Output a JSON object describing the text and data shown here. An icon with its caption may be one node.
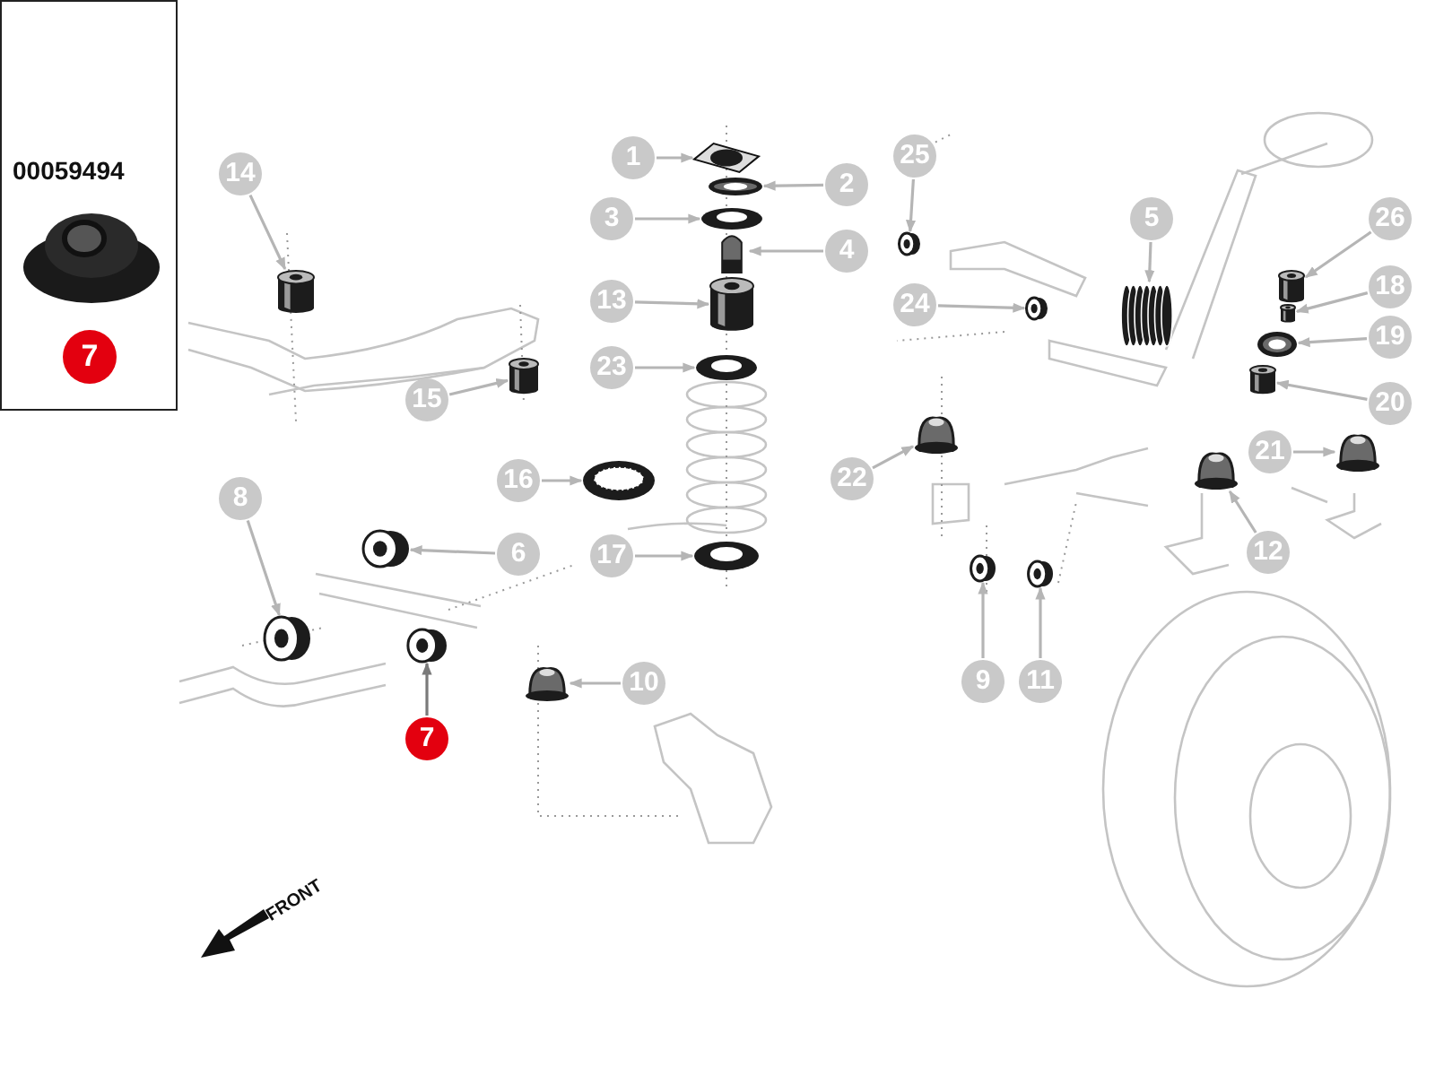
{
  "diagram": {
    "nodes": [
      {
        "text": [
          "1"
        ]
      },
      {
        "text": [],
        "shape": "picture"
      },
      {
        "text": [
          "2"
        ]
      },
      {
        "text": [],
        "shape": "picture"
      },
      {
        "text": [
          "3"
        ]
      },
      {
        "text": [],
        "shape": "picture"
      },
      {
        "text": [
          "4"
        ]
      },
      {
        "text": [],
        "shape": "picture"
      },
      {
        "text": [
          "5"
        ]
      },
      {
        "text": [],
        "shape": "picture"
      },
      {
        "text": [
          "6"
        ]
      },
      {
        "text": [],
        "shape": "picture"
      },
      {
        "text": [
          "7"
        ]
      },
      {
        "text": [],
        "shape": "picture"
      },
      {
        "text": [
          "8"
        ]
      },
      {
        "text": [],
        "shape": "picture"
      },
      {
        "text": [
          "9"
        ]
      },
      {
        "text": [],
        "shape": "picture"
      },
      {
        "text": [
          "10"
        ]
      },
      {
        "text": [],
        "shape": "picture"
      },
      {
        "text": [
          "11"
        ]
      },
      {
        "text": [],
        "shape": "picture"
      },
      {
        "text": [
          "12"
        ]
      },
      {
        "text": [],
        "shape": "picture"
      },
      {
        "text": [
          "13"
        ]
      },
      {
        "text": [],
        "shape": "picture"
      },
      {
        "text": [
          "14"
        ]
      },
      {
        "text": [],
        "shape": "picture"
      },
      {
        "text": [
          "15"
        ]
      },
      {
        "text": [],
        "shape": "picture"
      },
      {
        "text": [
          "16"
        ]
      },
      {
        "text": [],
        "shape": "picture"
      },
      {
        "text": [
          "17"
        ]
      },
      {
        "text": [],
        "shape": "picture"
      },
      {
        "text": [
          "18"
        ]
      },
      {
        "text": [],
        "shape": "picture"
      },
      {
        "text": [
          "19"
        ]
      },
      {
        "text": [],
        "shape": "picture"
      },
      {
        "text": [
          "20"
        ]
      },
      {
        "text": [],
        "shape": "picture"
      },
      {
        "text": [
          "21"
        ]
      },
      {
        "text": [],
        "shape": "picture"
      },
      {
        "text": [
          "22"
        ]
      },
      {
        "text": [],
        "shape": "picture"
      },
      {
        "text": [
          "23"
        ]
      },
      {
        "text": [],
        "shape": "picture"
      },
      {
        "text": [
          "24"
        ]
      },
      {
        "text": [],
        "shape": "picture"
      },
      {
        "text": [
          "25"
        ]
      },
      {
        "text": [],
        "shape": "picture"
      },
      {
        "text": [
          "26"
        ]
      },
      {
        "text": [],
        "shape": "picture"
      }
    ],
    "edges": [
      {
        "from": 0,
        "to": 1,
        "arrow": "to"
      },
      {
        "from": 2,
        "to": 3,
        "arrow": "to"
      },
      {
        "from": 4,
        "to": 5,
        "arrow": "to"
      },
      {
        "from": 6,
        "to": 7,
        "arrow": "to"
      },
      {
        "from": 8,
        "to": 9,
        "arrow": "to"
      },
      {
        "from": 10,
        "to": 11,
        "arrow": "to"
      },
      {
        "from": 12,
        "to": 13,
        "arrow": "to",
        "color": "#7a7a7a"
      },
      {
        "from": 14,
        "to": 15,
        "arrow": "to"
      },
      {
        "from": 16,
        "to": 17,
        "arrow": "to"
      },
      {
        "from": 18,
        "to": 19,
        "arrow": "to"
      },
      {
        "from": 20,
        "to": 21,
        "arrow": "to"
      },
      {
        "from": 22,
        "to": 23,
        "arrow": "to"
      },
      {
        "from": 24,
        "to": 25,
        "arrow": "to"
      },
      {
        "from": 26,
        "to": 27,
        "arrow": "to"
      },
      {
        "from": 28,
        "to": 29,
        "arrow": "to"
      },
      {
        "from": 30,
        "to": 31,
        "arrow": "to"
      },
      {
        "from": 32,
        "to": 33,
        "arrow": "to"
      },
      {
        "from": 34,
        "to": 35,
        "arrow": "to"
      },
      {
        "from": 36,
        "to": 37,
        "arrow": "to"
      },
      {
        "from": 38,
        "to": 39,
        "arrow": "to"
      },
      {
        "from": 40,
        "to": 41,
        "arrow": "to"
      },
      {
        "from": 42,
        "to": 43,
        "arrow": "to"
      },
      {
        "from": 44,
        "to": 45,
        "arrow": "to"
      },
      {
        "from": 46,
        "to": 47,
        "arrow": "to"
      },
      {
        "from": 48,
        "to": 49,
        "arrow": "to"
      },
      {
        "from": 50,
        "to": 51,
        "arrow": "to"
      }
    ],
    "labels": [
      "00059494",
      "7",
      "FRONT"
    ]
  }
}
